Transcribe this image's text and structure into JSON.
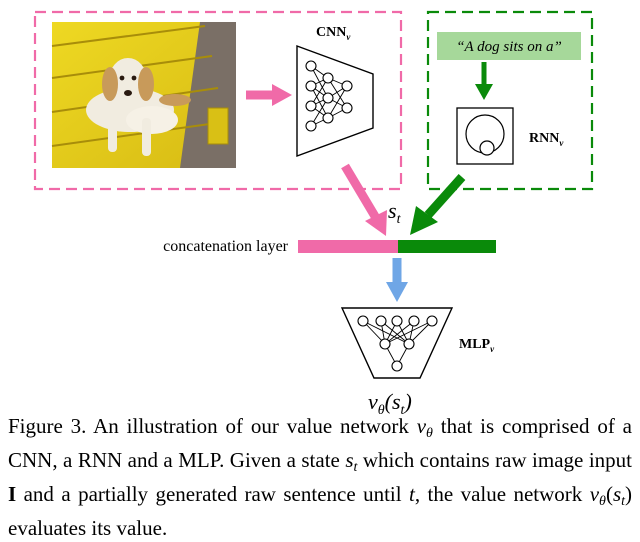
{
  "diagram": {
    "cnn_label": "CNN",
    "cnn_sub": "v",
    "rnn_label": "RNN",
    "rnn_sub": "v",
    "mlp_label": "MLP",
    "mlp_sub": "v",
    "sentence_input": "“A dog sits on a”",
    "state_symbol": "s",
    "state_sub": "t",
    "concat_label": "concatenation layer",
    "output_label": "v",
    "output_sub": "θ",
    "output_arg": "(s",
    "output_arg_sub": "t",
    "output_close": ")",
    "colors": {
      "pink": "#f06aa8",
      "green": "#0a8a0a",
      "light_green": "#a6d89a",
      "blue_arrow": "#6fa6e6",
      "yellow": "#e8d21a"
    }
  },
  "caption": {
    "figure_label": "Figure 3.",
    "text_1": "An illustration of our value network",
    "sym_v": "v",
    "sym_theta": "θ",
    "text_2": "that is comprised of a CNN, a RNN and a MLP. Given a state",
    "sym_s": "s",
    "sym_t": "t",
    "text_3": "which contains raw image input",
    "sym_I": "I",
    "text_4": "and a partially generated raw sentence until",
    "sym_t2": "t",
    "text_5": ", the value network",
    "sym_v2": "v",
    "sym_theta2": "θ",
    "sym_open": "(",
    "sym_s2": "s",
    "sym_t3": "t",
    "sym_close": ")",
    "text_6": "evaluates its value."
  }
}
